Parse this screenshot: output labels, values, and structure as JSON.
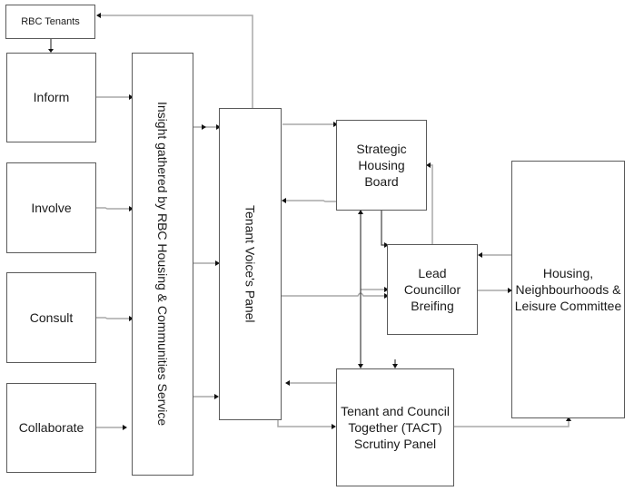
{
  "diagram": {
    "nodes": {
      "rbc_tenants": "RBC Tenants",
      "inform": "Inform",
      "involve": "Involve",
      "consult": "Consult",
      "collaborate": "Collaborate",
      "insight": "Insight gathered by RBC Housing & Communities Service",
      "tenant_voice": "Tenant Voice's Panel",
      "strategic": "Strategic Housing Board",
      "lead": "Lead Councillor Breifing",
      "tact": "Tenant and Council Together (TACT) Scrutiny Panel",
      "committee": "Housing, Neighbourhoods & Leisure Committee"
    },
    "edges": [
      {
        "from": "RBC Tenants",
        "to": "Inform"
      },
      {
        "from": "Inform",
        "to": "Insight gathered by RBC Housing & Communities Service"
      },
      {
        "from": "Involve",
        "to": "Insight gathered by RBC Housing & Communities Service"
      },
      {
        "from": "Consult",
        "to": "Insight gathered by RBC Housing & Communities Service"
      },
      {
        "from": "Collaborate",
        "to": "Insight gathered by RBC Housing & Communities Service"
      },
      {
        "from": "Insight gathered by RBC Housing & Communities Service",
        "to": "Tenant Voice's Panel"
      },
      {
        "from": "Tenant Voice's Panel",
        "to": "RBC Tenants"
      },
      {
        "from": "Tenant Voice's Panel",
        "to": "Strategic Housing Board"
      },
      {
        "from": "Strategic Housing Board",
        "to": "Tenant Voice's Panel"
      },
      {
        "from": "Tenant Voice's Panel",
        "to": "Lead Councillor Breifing"
      },
      {
        "from": "Tenant Voice's Panel",
        "to": "Tenant and Council Together (TACT) Scrutiny Panel"
      },
      {
        "from": "Tenant and Council Together (TACT) Scrutiny Panel",
        "to": "Tenant Voice's Panel"
      },
      {
        "from": "Strategic Housing Board",
        "to": "Lead Councillor Breifing"
      },
      {
        "from": "Lead Councillor Breifing",
        "to": "Strategic Housing Board"
      },
      {
        "from": "Strategic Housing Board",
        "to": "Tenant and Council Together (TACT) Scrutiny Panel",
        "bidirectional": true
      },
      {
        "from": "Lead Councillor Breifing",
        "to": "Housing, Neighbourhoods & Leisure Committee"
      },
      {
        "from": "Housing, Neighbourhoods & Leisure Committee",
        "to": "Lead Councillor Breifing"
      },
      {
        "from": "Tenant and Council Together (TACT) Scrutiny Panel",
        "to": "Housing, Neighbourhoods & Leisure Committee"
      }
    ]
  }
}
